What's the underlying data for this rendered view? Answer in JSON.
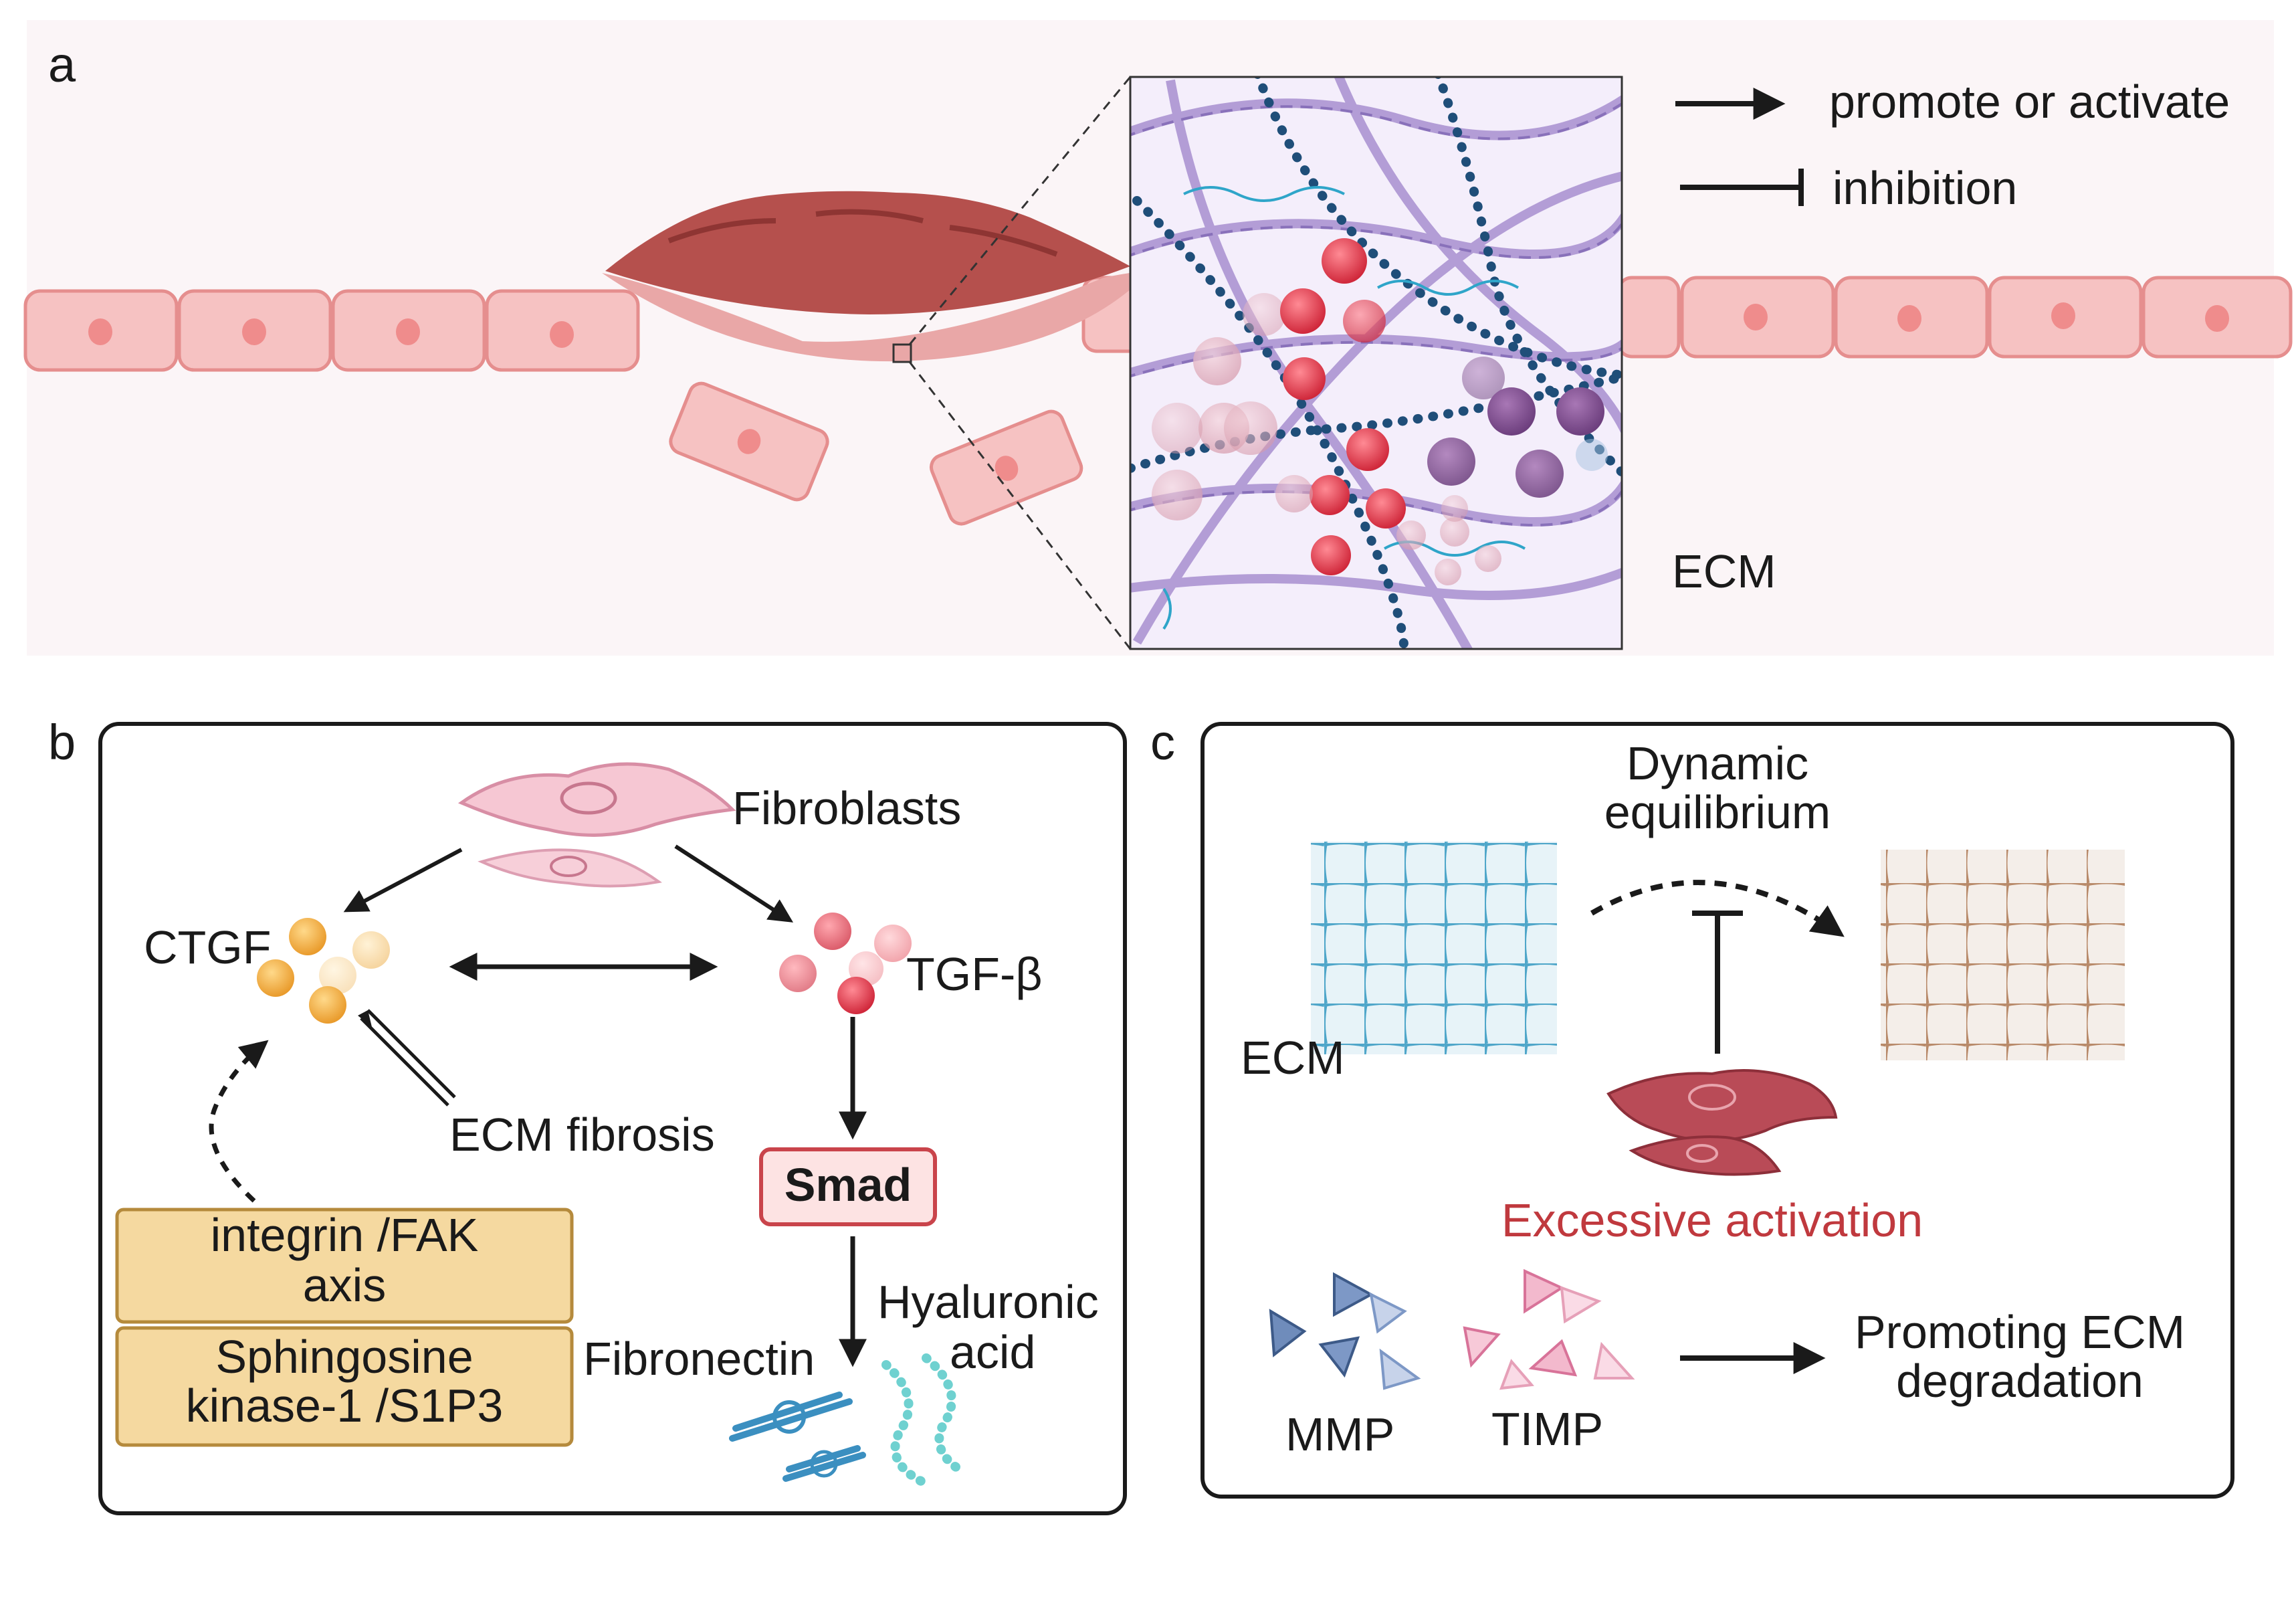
{
  "panels": {
    "a": {
      "letter": "a",
      "legend": {
        "promote": "promote or activate",
        "inhibit": "inhibition"
      },
      "ecm_label": "ECM"
    },
    "b": {
      "letter": "b",
      "fibroblasts": "Fibroblasts",
      "ctgf": "CTGF",
      "tgf": "TGF-β",
      "ecm_fibrosis": "ECM fibrosis",
      "smad": "Smad",
      "integrin_line1": "integrin /FAK",
      "integrin_line2": "axis",
      "sphingosine_line1": "Sphingosine",
      "sphingosine_line2": "kinase-1 /S1P3",
      "fibronectin": "Fibronectin",
      "hyaluronic_line1": "Hyaluronic",
      "hyaluronic_line2": "acid"
    },
    "c": {
      "letter": "c",
      "dynamic_line1": "Dynamic",
      "dynamic_line2": "equilibrium",
      "ecm": "ECM",
      "excessive": "Excessive activation",
      "mmp": "MMP",
      "timp": "TIMP",
      "promoting_line1": "Promoting ECM",
      "promoting_line2": "degradation"
    }
  },
  "colors": {
    "cell_fill": "#f6c2c2",
    "cell_stroke": "#e58e8e",
    "lesion": "#b5504d",
    "tgf_red": "#e23a4c",
    "ctgf_orange": "#f2b24a",
    "smad_fill": "#fde3e3",
    "smad_stroke": "#c9444b",
    "box_fill": "#f5d9a0",
    "box_stroke": "#b58a3c",
    "excessive_text": "#c0393e",
    "collagen": "#a88fd0",
    "chain": "#1f4e79"
  }
}
